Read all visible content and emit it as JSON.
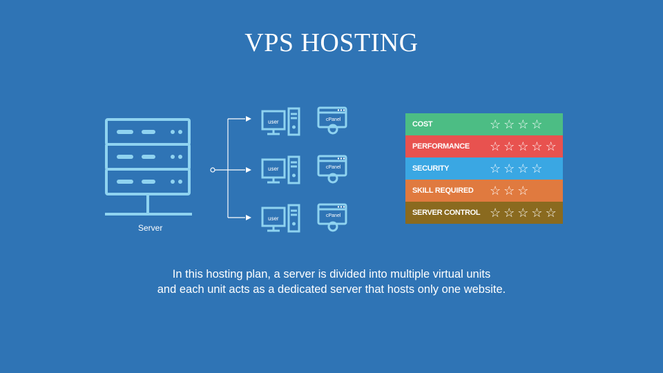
{
  "title": "VPS HOSTING",
  "diagram": {
    "server_label": "Server",
    "user_label": "user",
    "cpanel_label": "cPanel"
  },
  "rating_table": {
    "rows": [
      {
        "label": "COST",
        "stars": 4,
        "color": "#4cbd84"
      },
      {
        "label": "PERFORMANCE",
        "stars": 5,
        "color": "#e8524f"
      },
      {
        "label": "SECURITY",
        "stars": 4,
        "color": "#3aa7e3"
      },
      {
        "label": "SKILL REQUIRED",
        "stars": 3,
        "color": "#e07a3f"
      },
      {
        "label": "SERVER CONTROL",
        "stars": 5,
        "color": "#8a6a1f"
      }
    ],
    "star_icon": "outline-star-icon"
  },
  "caption": {
    "line1": "In this hosting plan, a server is divided into multiple virtual units",
    "line2": "and each unit acts as a dedicated server that hosts only one website."
  },
  "colors": {
    "background": "#2f74b5",
    "icon_stroke": "#8fd3f0",
    "arrow": "#ffffff"
  }
}
